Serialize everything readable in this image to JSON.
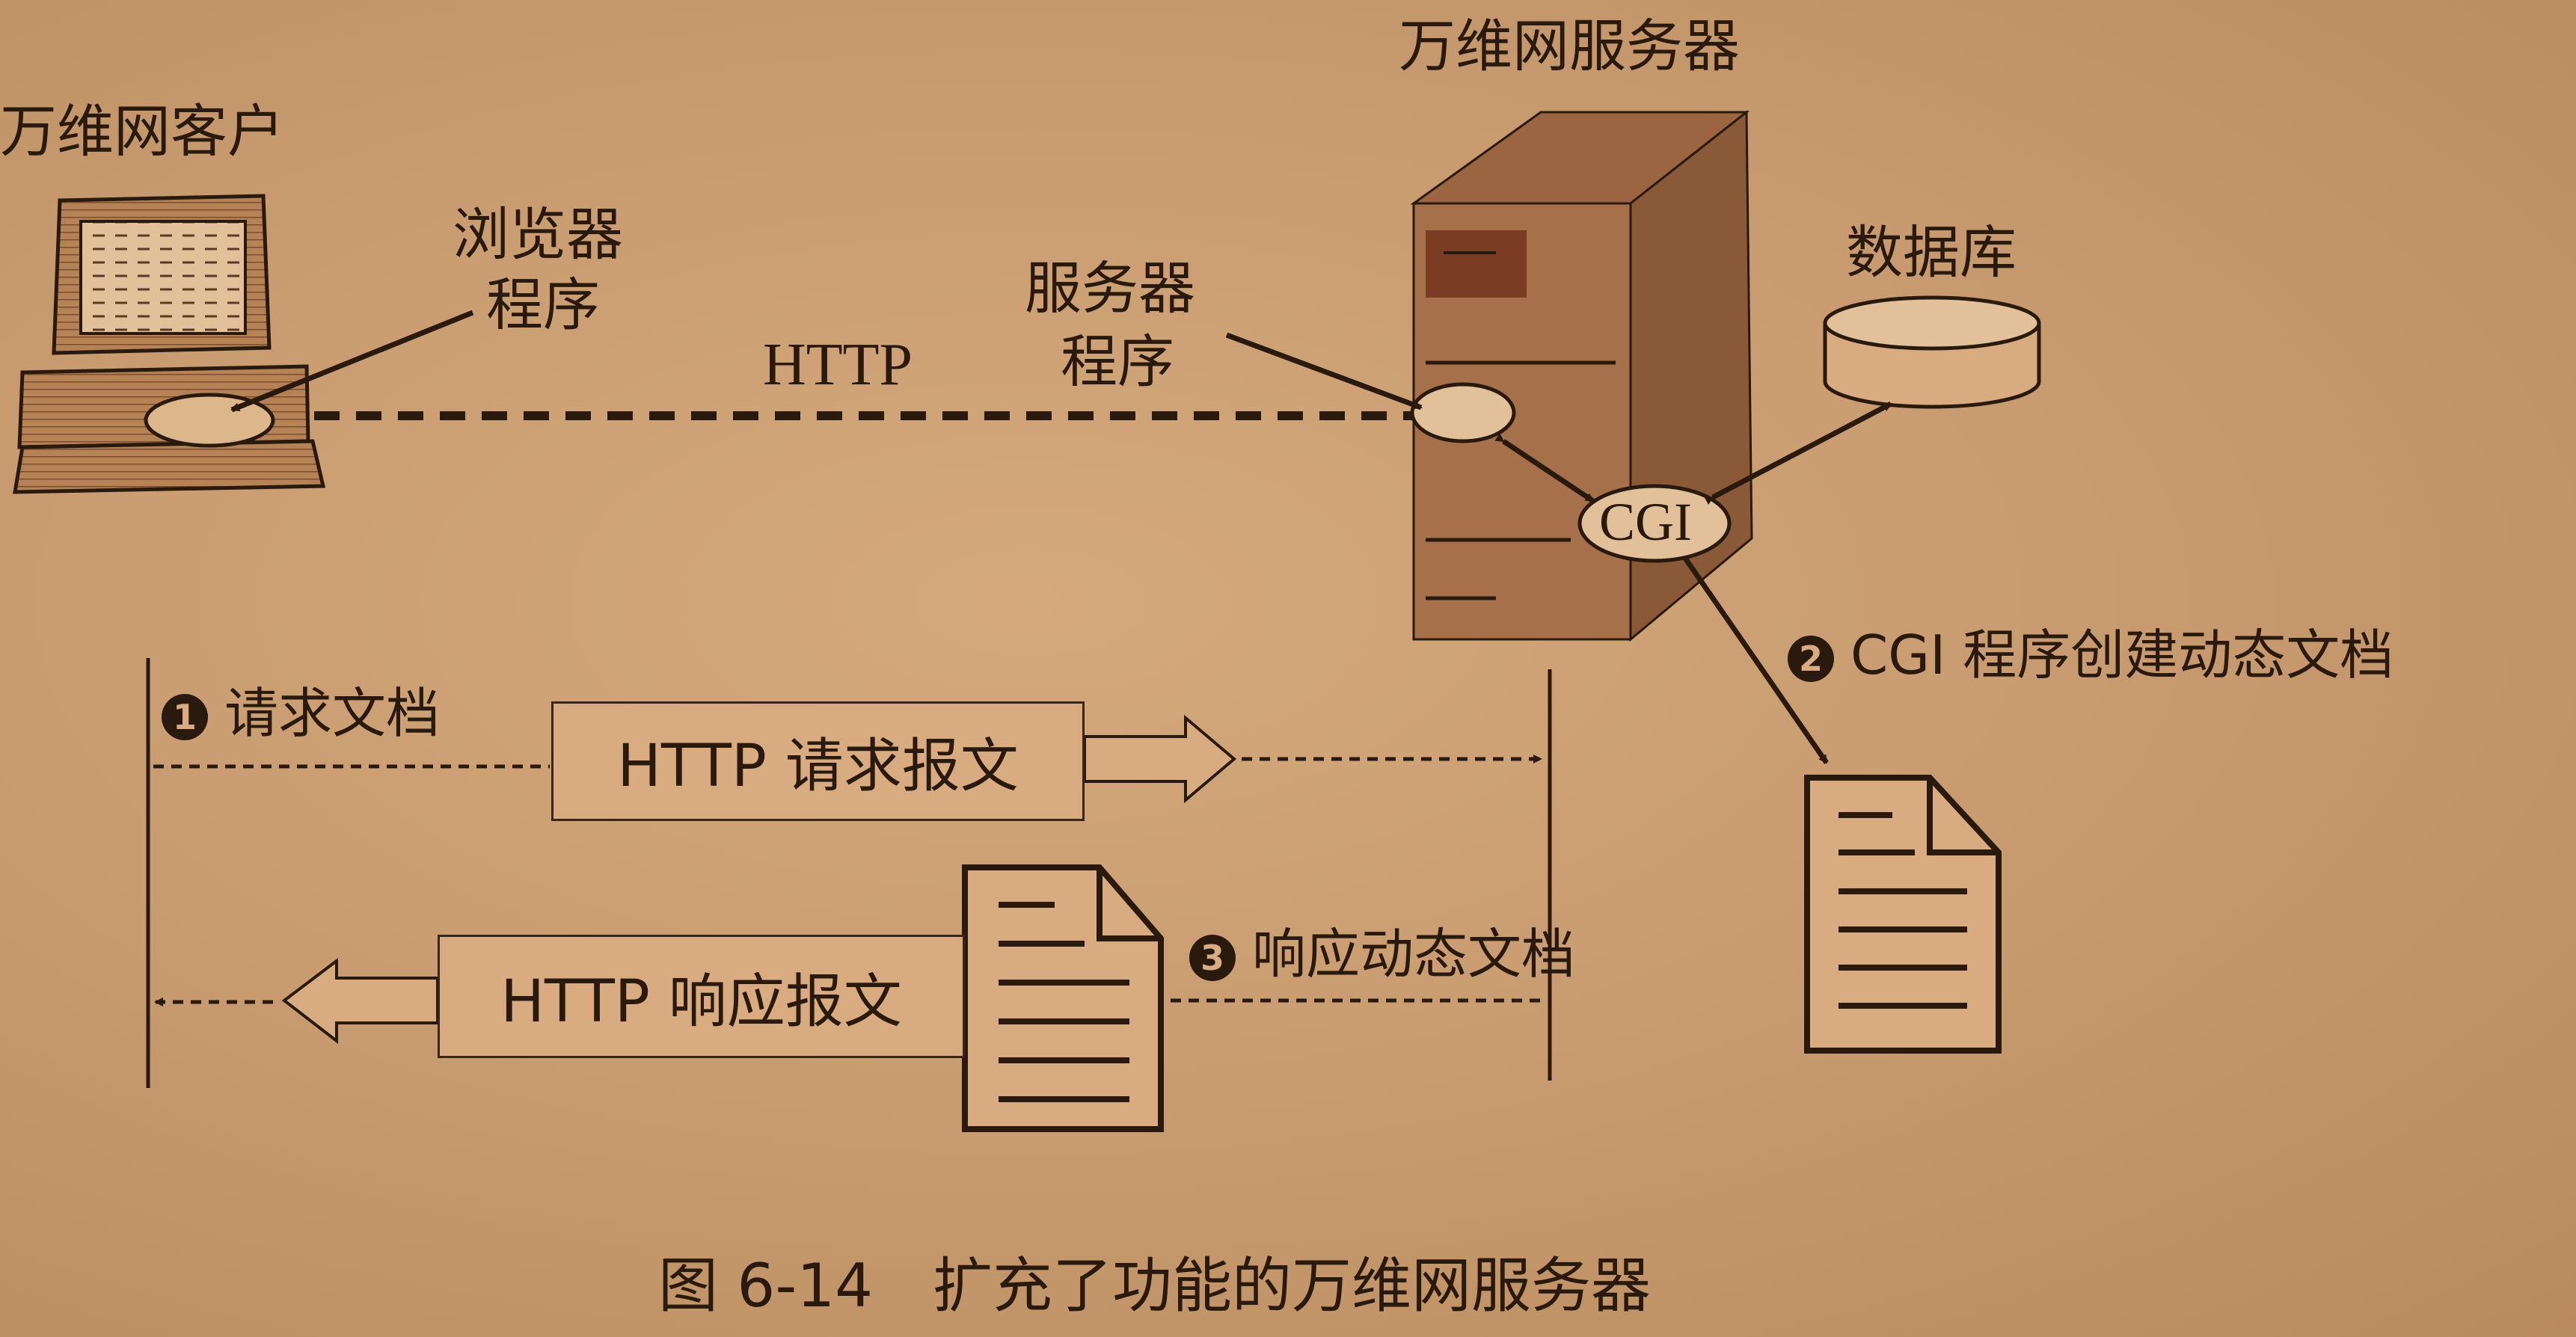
{
  "client": {
    "title": "万维网客户",
    "browser_line1": "浏览器",
    "browser_line2": "程序"
  },
  "server": {
    "title": "万维网服务器",
    "program_line1": "服务器",
    "program_line2": "程序",
    "cgi": "CGI",
    "database": "数据库"
  },
  "protocol": "HTTP",
  "steps": [
    {
      "num": "1",
      "label": "请求文档"
    },
    {
      "num": "2",
      "label": "CGI 程序创建动态文档"
    },
    {
      "num": "3",
      "label": "响应动态文档"
    }
  ],
  "messages": {
    "request": "HTTP 请求报文",
    "response": "HTTP 响应报文"
  },
  "caption": "图 6-14　扩充了功能的万维网服务器",
  "colors": {
    "background": "#c69a6e",
    "ink": "#2a1a0e",
    "server_body": "#a5704a",
    "server_side": "#8a5a38",
    "box_fill": "#d8ac80"
  }
}
